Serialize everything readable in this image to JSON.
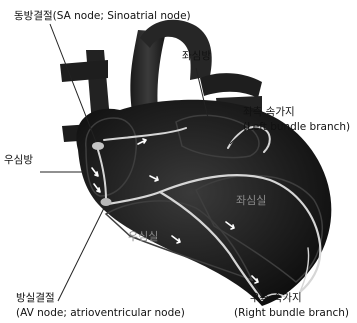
{
  "labels": {
    "sa_node": "동방결절(SA node; Sinoatrial node)",
    "left_atrium": "좌심방",
    "left_bundle_kr": "좌측 속가지",
    "left_bundle_en": "(Left bundle branch)",
    "right_atrium": "우심방",
    "left_ventricle": "좌심실",
    "right_ventricle": "우심실",
    "av_node_kr": "방실결절",
    "av_node_en": "(AV node; atrioventricular node)",
    "right_bundle_kr": "우측 속가지",
    "right_bundle_en": "(Right bundle branch)"
  },
  "colors": {
    "heart_body": "#1c1c1c",
    "vessel": "#2a2a2a",
    "conduction_path": "#d9d9d9",
    "node": "#bdbdbd",
    "arrow": "#ffffff",
    "leader_line": "#222222",
    "inner_label": "#8a8a8a"
  }
}
